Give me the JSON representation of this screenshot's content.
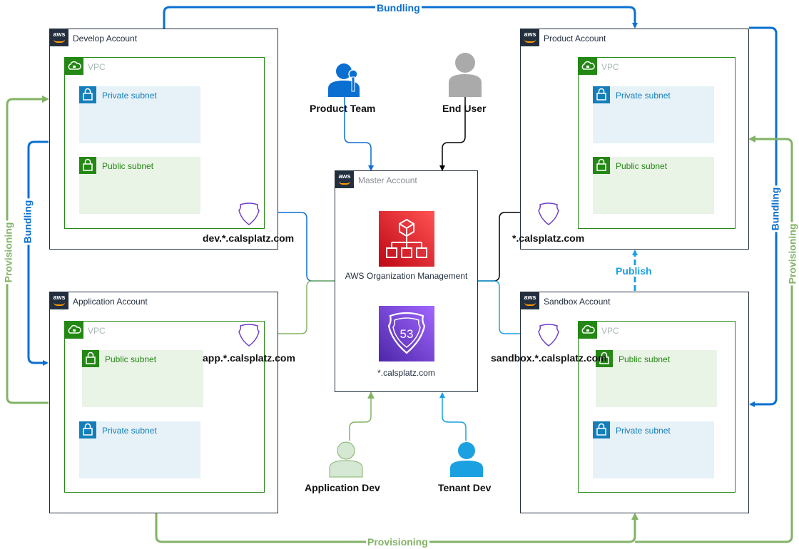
{
  "accounts": {
    "develop": {
      "title": "Develop Account",
      "vpc_label": "VPC",
      "subnets": [
        "Private subnet",
        "Public subnet"
      ]
    },
    "application": {
      "title": "Application Account",
      "vpc_label": "VPC",
      "subnets": [
        "Public subnet",
        "Private subnet"
      ]
    },
    "product": {
      "title": "Product Account",
      "vpc_label": "VPC",
      "subnets": [
        "Private subnet",
        "Public subnet"
      ]
    },
    "sandbox": {
      "title": "Sandbox Account",
      "vpc_label": "VPC",
      "subnets": [
        "Public subnet",
        "Private subnet"
      ]
    },
    "master": {
      "title": "Master Account",
      "org_label": "AWS Organization Management",
      "route53_label": "*.calsplatz.com",
      "route53_number": "53"
    }
  },
  "aws_badge_text": "aws",
  "actors": {
    "product_team": "Product Team",
    "end_user": "End User",
    "application_dev": "Application Dev",
    "tenant_dev": "Tenant Dev"
  },
  "domains": {
    "dev": "dev.*.calsplatz.com",
    "app": "app.*.calsplatz.com",
    "prod": "*.calsplatz.com",
    "sandbox": "sandbox.*.calsplatz.com"
  },
  "flows": {
    "bundling_top": "Bundling",
    "bundling_left": "Bundling",
    "bundling_right": "Bundling",
    "provisioning_left": "Provisioning",
    "provisioning_right": "Provisioning",
    "provisioning_bottom": "Provisioning",
    "publish": "Publish"
  },
  "colors": {
    "bundling": "#0a6fd1",
    "provisioning": "#82b366",
    "publish": "#1ba1e2",
    "black": "#000000",
    "vpc_green": "#248814",
    "private_blue": "#147eba",
    "org_red": "#d6242d",
    "route53_purple": "#6f3fc9",
    "user_blue": "#0a6fd1",
    "user_gray": "#aaaaaa",
    "user_green": "#d5e8d4",
    "user_cyan": "#1ba1e2"
  }
}
